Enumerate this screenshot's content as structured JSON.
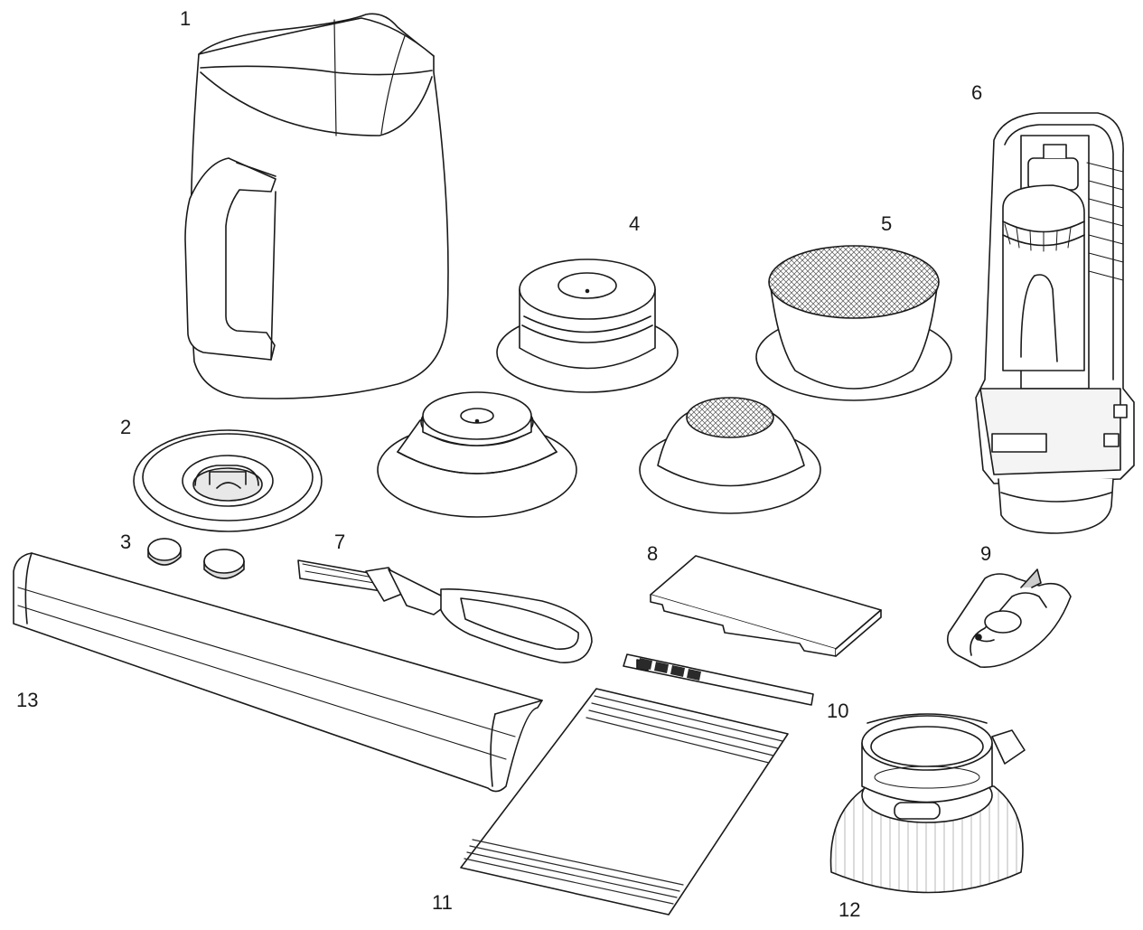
{
  "diagram": {
    "labels": [
      "1",
      "2",
      "3",
      "4",
      "5",
      "6",
      "7",
      "8",
      "9",
      "10",
      "11",
      "12",
      "13"
    ]
  },
  "colors": {
    "line": "#1a1a1a",
    "fill": "#ffffff",
    "shade": "#dcdcdc",
    "dark": "#2a2a2a"
  }
}
